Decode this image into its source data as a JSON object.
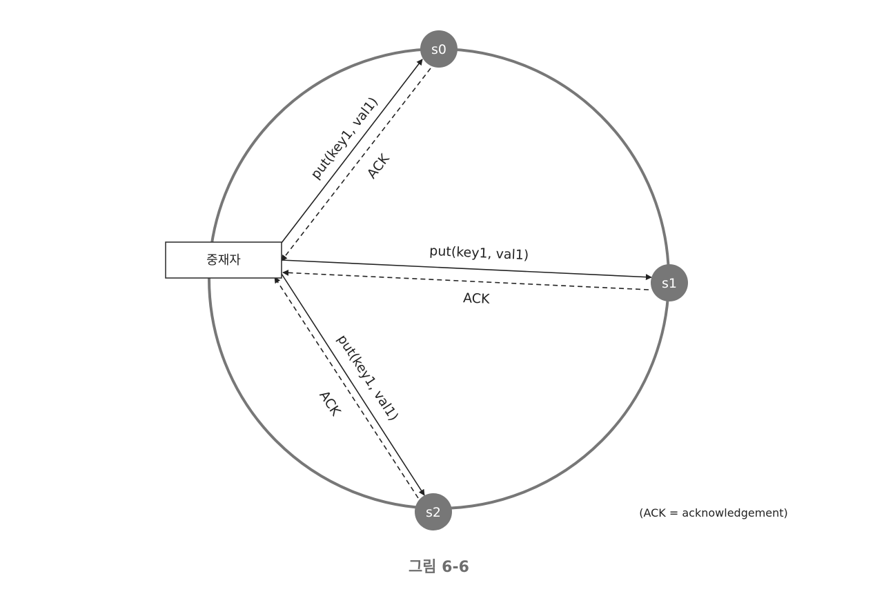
{
  "coordinator": {
    "label": "중재자"
  },
  "nodes": [
    {
      "id": "s0",
      "label": "s0"
    },
    {
      "id": "s1",
      "label": "s1"
    },
    {
      "id": "s2",
      "label": "s2"
    }
  ],
  "messages": {
    "s0_put": "put(key1, val1)",
    "s0_ack": "ACK",
    "s1_put": "put(key1, val1)",
    "s1_ack": "ACK",
    "s2_put": "put(key1, val1)",
    "s2_ack": "ACK"
  },
  "legend_note": "(ACK = acknowledgement)",
  "caption": "그림 6-6",
  "colors": {
    "ring": "#777777",
    "node_fill": "#777777",
    "arrow": "#222222",
    "box_border": "#333333",
    "caption": "#6e6e6e"
  }
}
